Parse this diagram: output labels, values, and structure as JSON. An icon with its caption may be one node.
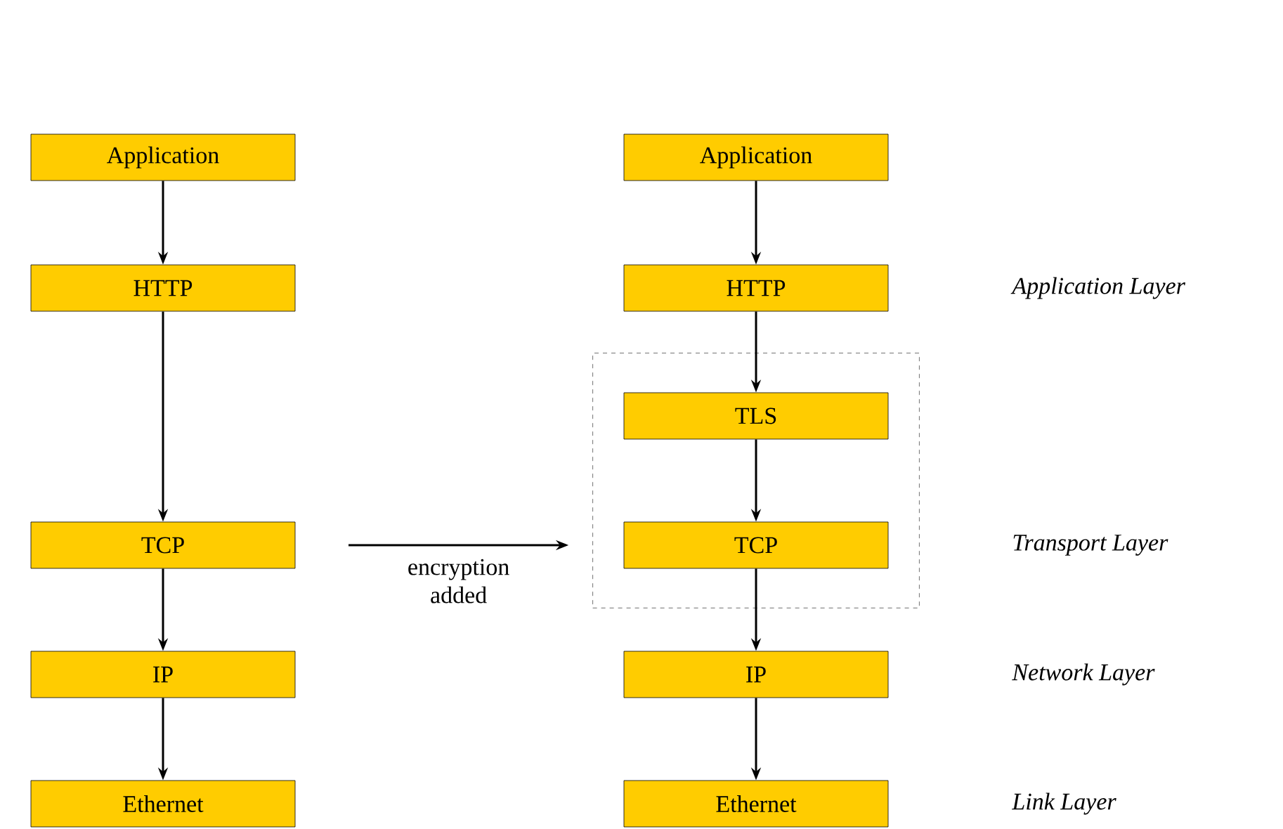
{
  "diagram": {
    "nodes": [
      {
        "text": [
          "Application"
        ]
      },
      {
        "text": [
          "HTTP"
        ]
      },
      {
        "text": [
          "TCP"
        ]
      },
      {
        "text": [
          "IP"
        ]
      },
      {
        "text": [
          "Ethernet"
        ]
      },
      {
        "text": [
          "Application"
        ]
      },
      {
        "text": [
          "HTTP"
        ]
      },
      {
        "text": [],
        "shape": "box"
      },
      {
        "text": [
          "TLS"
        ],
        "in": 7
      },
      {
        "text": [
          "TCP"
        ],
        "in": 7
      },
      {
        "text": [
          "IP"
        ]
      },
      {
        "text": [
          "Ethernet"
        ]
      }
    ],
    "edges": [
      {
        "from": 0,
        "to": 1,
        "arrow": "to"
      },
      {
        "from": 1,
        "to": 2,
        "arrow": "to"
      },
      {
        "from": 2,
        "to": 3,
        "arrow": "to"
      },
      {
        "from": 3,
        "to": 4,
        "arrow": "to"
      },
      {
        "from": 5,
        "to": 6,
        "arrow": "to"
      },
      {
        "from": 6,
        "to": 8,
        "arrow": "to"
      },
      {
        "from": 8,
        "to": 9,
        "arrow": "to"
      },
      {
        "from": 9,
        "to": 10,
        "arrow": "to"
      },
      {
        "from": 10,
        "to": 11,
        "arrow": "to"
      },
      {
        "from": null,
        "to": 7,
        "arrow": "to",
        "label": "encryption added"
      }
    ],
    "labels": [
      "Application Layer",
      "Transport Layer",
      "Network Layer",
      "Link Layer"
    ]
  }
}
